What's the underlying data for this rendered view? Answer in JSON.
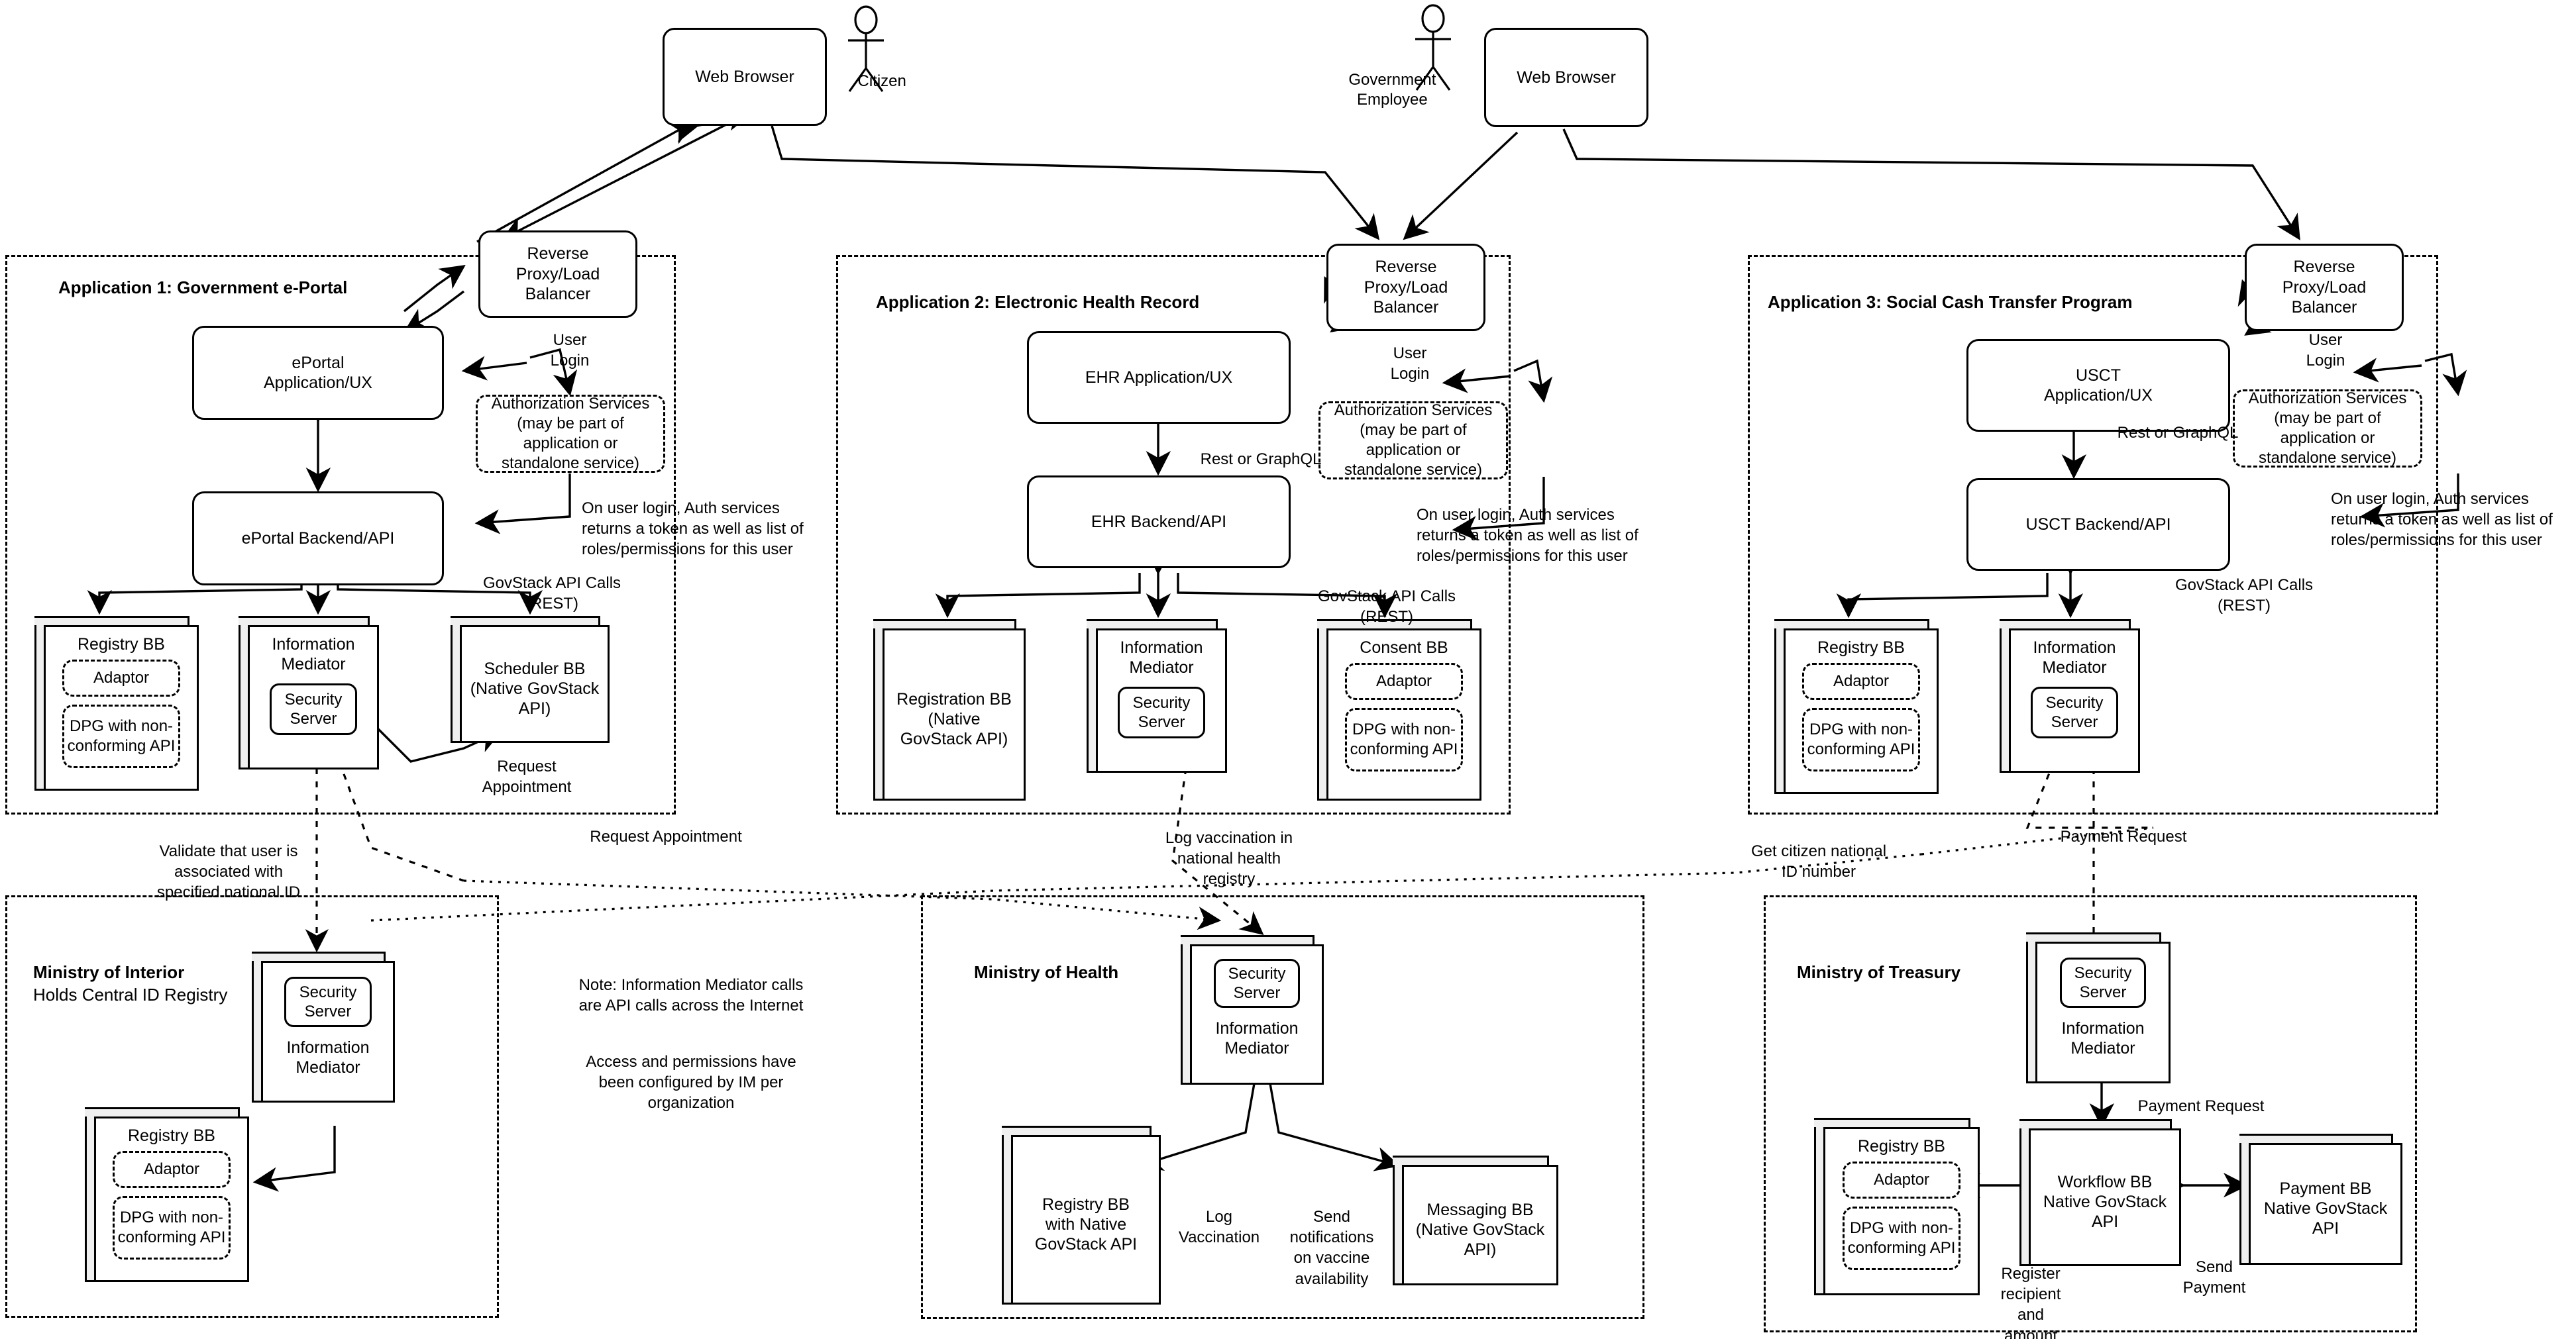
{
  "actors": [
    {
      "id": "citizen",
      "label": "Citizen"
    },
    {
      "id": "gov-employee",
      "label": "Government\nEmployee"
    }
  ],
  "browsers": [
    {
      "id": "browser-citizen",
      "label": "Web Browser"
    },
    {
      "id": "browser-employee",
      "label": "Web Browser"
    }
  ],
  "reverse_proxies": [
    {
      "id": "rp1",
      "label": "Reverse\nProxy/Load\nBalancer"
    },
    {
      "id": "rp2",
      "label": "Reverse\nProxy/Load\nBalancer"
    },
    {
      "id": "rp3",
      "label": "Reverse\nProxy/Load\nBalancer"
    }
  ],
  "auth_services": {
    "label": "Authorization Services\n(may be part of\napplication or\nstandalone service)",
    "note": "On user login, Auth services\nreturns a token as well as list of\nroles/permissions for this user",
    "edge_label": "User\nLogin"
  },
  "app1": {
    "title": "Application 1: Government e-Portal",
    "frontend": "ePortal\nApplication/UX",
    "backend": "ePortal Backend/API",
    "api_calls_label": "GovStack API Calls\n(REST)",
    "request_appointment_label": "Request\nAppointment",
    "blocks": [
      {
        "id": "app1-registry-bb",
        "title": "Registry BB",
        "sub": [
          {
            "label": "Adaptor"
          },
          {
            "label": "DPG with non-\nconforming API"
          }
        ]
      },
      {
        "id": "app1-information-mediator",
        "title": "Information\nMediator",
        "security": "Security\nServer"
      },
      {
        "id": "app1-scheduler-bb",
        "title": "Scheduler BB\n(Native GovStack\nAPI)"
      }
    ]
  },
  "app2": {
    "title": "Application 2: Electronic Health Record",
    "frontend": "EHR Application/UX",
    "backend": "EHR Backend/API",
    "transport_label": "Rest or GraphQL",
    "api_calls_label": "GovStack API Calls\n(REST)",
    "blocks": [
      {
        "id": "app2-registration-bb",
        "title": "Registration BB\n(Native\nGovStack API)"
      },
      {
        "id": "app2-information-mediator",
        "title": "Information\nMediator",
        "security": "Security\nServer"
      },
      {
        "id": "app2-consent-bb",
        "title": "Consent BB",
        "sub": [
          {
            "label": "Adaptor"
          },
          {
            "label": "DPG with non-\nconforming API"
          }
        ]
      }
    ]
  },
  "app3": {
    "title": "Application 3: Social Cash Transfer Program",
    "frontend": "USCT\nApplication/UX",
    "backend": "USCT Backend/API",
    "transport_label": "Rest or GraphQL",
    "api_calls_label": "GovStack API Calls\n(REST)",
    "blocks": [
      {
        "id": "app3-registry-bb",
        "title": "Registry BB",
        "sub": [
          {
            "label": "Adaptor"
          },
          {
            "label": "DPG with non-\nconforming API"
          }
        ]
      },
      {
        "id": "app3-information-mediator",
        "title": "Information\nMediator",
        "security": "Security\nServer"
      }
    ]
  },
  "interior": {
    "title": "Ministry of Interior",
    "subtitle": "Holds Central ID Registry",
    "information_mediator": "Information\nMediator",
    "security_server": "Security\nServer",
    "registry_bb": {
      "title": "Registry BB",
      "sub": [
        {
          "label": "Adaptor"
        },
        {
          "label": "DPG with non-\nconforming API"
        }
      ]
    }
  },
  "health": {
    "title": "Ministry of Health",
    "information_mediator": "Information\nMediator",
    "security_server": "Security\nServer",
    "registry_bb": "Registry BB\nwith Native\nGovStack API",
    "messaging_bb": "Messaging BB\n(Native GovStack\nAPI)",
    "log_vaccination_label": "Log\nVaccination",
    "notifications_label": "Send\nnotifications\non vaccine\navailability"
  },
  "treasury": {
    "title": "Ministry of Treasury",
    "information_mediator": "Information\nMediator",
    "security_server": "Security\nServer",
    "registry_bb": {
      "title": "Registry BB",
      "sub": [
        {
          "label": "Adaptor"
        },
        {
          "label": "DPG with non-\nconforming API"
        }
      ]
    },
    "workflow_bb": "Workflow BB\nNative GovStack\nAPI",
    "payment_bb": "Payment BB\nNative GovStack\nAPI",
    "payment_request_inner_label": "Payment Request",
    "register_label": "Register\nrecipient\nand\namount",
    "send_payment_label": "Send\nPayment"
  },
  "cross_labels": {
    "validate_user": "Validate that user is\nassociated with\nspecified national ID",
    "request_appointment_inner": "Request\nAppointment",
    "request_appointment_cross": "Request Appointment",
    "log_vaccination_cross": "Log vaccination in\nnational health\nregistry",
    "get_citizen_id": "Get citizen national\nID number",
    "payment_request": "Payment Request"
  },
  "notes": {
    "note1": "Note: Information Mediator calls\nare API calls across the Internet",
    "note2": "Access and permissions have\nbeen configured by IM per\norganization"
  },
  "colors": {
    "stroke": "#000000",
    "cube_side": "#efefef",
    "background": "#ffffff"
  }
}
